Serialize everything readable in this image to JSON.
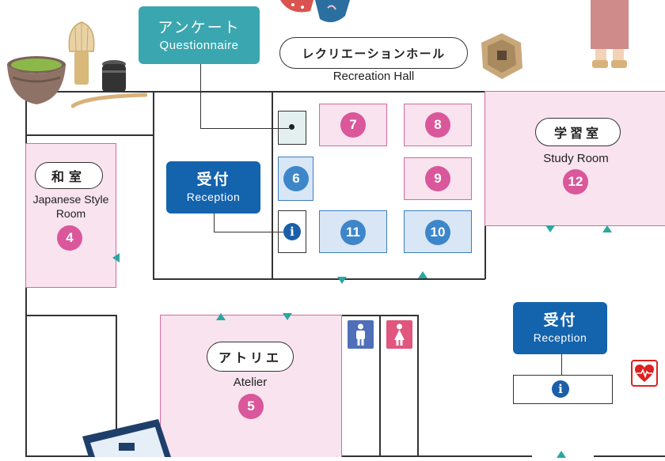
{
  "colors": {
    "accent_teal": "#2aa7a3",
    "room_pink": "#f8e3ee",
    "pink_border": "#d9679f",
    "cell_blue": "#d9e6f5",
    "reception_blue": "#1463ad",
    "questionnaire_teal": "#3aa6b0"
  },
  "questionnaire": {
    "jp": "アンケート",
    "en": "Questionnaire"
  },
  "recreation_hall": {
    "jp": "レクリエーションホール",
    "en": "Recreation Hall"
  },
  "reception_main": {
    "jp": "受付",
    "en": "Reception"
  },
  "reception_right": {
    "jp": "受付",
    "en": "Reception"
  },
  "study_room": {
    "jp": "学習室",
    "en": "Study Room",
    "number": "12"
  },
  "japanese_room": {
    "jp": "和室",
    "en_line1": "Japanese Style",
    "en_line2": "Room",
    "number": "4"
  },
  "atelier": {
    "jp": "アトリエ",
    "en": "Atelier",
    "number": "5"
  },
  "booths": {
    "b6": "6",
    "b7": "7",
    "b8": "8",
    "b9": "9",
    "b10": "10",
    "b11": "11"
  },
  "info_glyph": "i",
  "icons": [
    "matcha-bowl-icon",
    "tea-whisk-icon",
    "tea-caddy-icon",
    "tea-scoop-icon",
    "info-icon",
    "male-restroom-icon",
    "female-restroom-icon",
    "aed-heart-icon",
    "entrance-arrow-icon",
    "cushion-icon",
    "paper-balloon-icon",
    "kimono-figure-icon",
    "book-icon"
  ]
}
